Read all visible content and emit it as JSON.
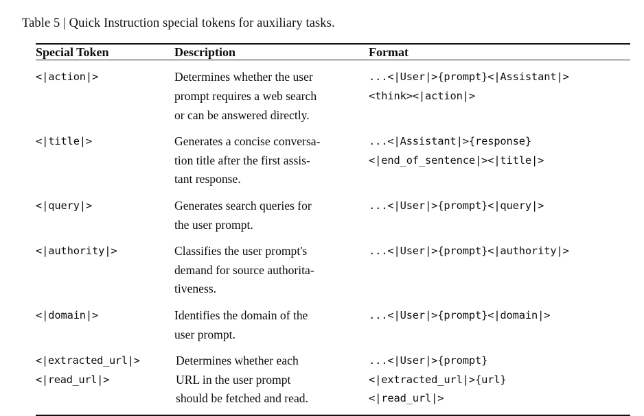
{
  "caption": "Table 5 | Quick Instruction special tokens for auxiliary tasks.",
  "table": {
    "columns": {
      "token": "Special Token",
      "description": "Description",
      "format": "Format"
    },
    "rows": [
      {
        "tokens": [
          "<|action|>"
        ],
        "description_lines": [
          "Determines whether the user",
          "prompt requires a web search",
          "or can be answered directly."
        ],
        "format_lines": [
          "...<|User|>{prompt}<|Assistant|>",
          "<think><|action|>"
        ],
        "justified": false
      },
      {
        "tokens": [
          "<|title|>"
        ],
        "description_lines": [
          "Generates a concise conversa-",
          "tion title after the first assis-",
          "tant response."
        ],
        "format_lines": [
          "...<|Assistant|>{response}",
          "<|end_of_sentence|><|title|>"
        ],
        "justified": false
      },
      {
        "tokens": [
          "<|query|>"
        ],
        "description_lines": [
          "Generates search queries for",
          "the user prompt."
        ],
        "format_lines": [
          "...<|User|>{prompt}<|query|>"
        ],
        "justified": false
      },
      {
        "tokens": [
          "<|authority|>"
        ],
        "description_lines": [
          "Classifies the user prompt's",
          "demand for source authorita-",
          "tiveness."
        ],
        "format_lines": [
          "...<|User|>{prompt}<|authority|>"
        ],
        "justified": false
      },
      {
        "tokens": [
          "<|domain|>"
        ],
        "description_lines": [
          "Identifies the domain of the",
          "user prompt."
        ],
        "format_lines": [
          "...<|User|>{prompt}<|domain|>"
        ],
        "justified": false
      },
      {
        "tokens": [
          "<|extracted_url|>",
          "<|read_url|>"
        ],
        "description_lines": [
          "Determines whether each",
          "URL in the user prompt",
          "should be fetched and read."
        ],
        "format_lines": [
          "...<|User|>{prompt}",
          "<|extracted_url|>{url}",
          "<|read_url|>"
        ],
        "justified": true
      }
    ]
  }
}
